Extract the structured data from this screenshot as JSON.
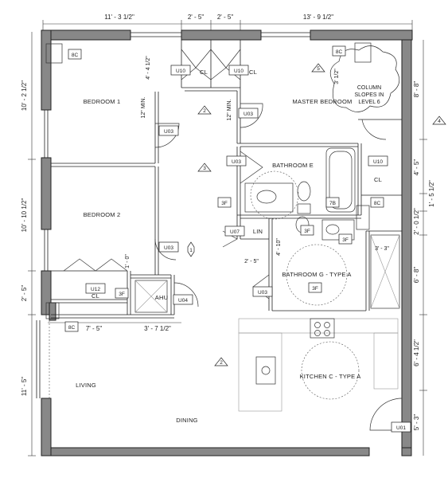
{
  "rooms": {
    "bedroom1": "BEDROOM 1",
    "bedroom2": "BEDROOM 2",
    "master": "MASTER BEDROOM",
    "bath_e": "BATHROOM E",
    "bath_g": "BATHROOM G - TYPE A",
    "kitchen": "KITCHEN C - TYPE A",
    "living": "LIVING",
    "dining": "DINING",
    "ahu": "AHU",
    "lin": "LIN",
    "cl_a": "CL",
    "cl_b": "CL",
    "cl_c": "CL",
    "cl_d": "CL"
  },
  "top_dims": {
    "d1": "11' - 3 1/2\"",
    "d2": "2' - 5\"",
    "d3": "2' - 5\"",
    "d4": "13' - 9 1/2\""
  },
  "left_dims": {
    "d1": "10' - 2 1/2\"",
    "d2": "10' - 10 1/2\"",
    "d3": "2' - 5\"",
    "d4": "11' - 5\""
  },
  "right_dims": {
    "d1": "8' - 8\"",
    "d2": "4' - 5\"",
    "d3": "1' - 5 1/2\"",
    "d4": "2' - 0 1/2\"",
    "d5": "6' - 8\"",
    "d6": "6' - 4 1/2\"",
    "d7": "5' - 3\""
  },
  "interior_dims": {
    "cl_depth": "4' - 4 1/2\"",
    "min_a": "12\" MIN.",
    "min_b": "12\" MIN.",
    "lin_w": "2' - 5\"",
    "bath_d": "4' - 10\"",
    "closet_w": "3' - 3\"",
    "slope": "3' 1/2\"",
    "cl_w": "1' - 0\"",
    "bed2_w": "7' - 5\"",
    "ahu_w": "3' - 7 1/2\""
  },
  "tags": {
    "u10a": "U10",
    "u10b": "U10",
    "u10c": "U10",
    "u03a": "U03",
    "u03b": "U03",
    "u03c": "U03",
    "u03d": "U03",
    "u03e": "U03",
    "u07": "U07",
    "u12": "U12",
    "u04": "U04",
    "u01": "U01",
    "c8a": "8C",
    "c8b": "8C",
    "c8c": "8C",
    "c8d": "8C",
    "f3a": "3F",
    "f3b": "3F",
    "f3c": "3F",
    "f3d": "3F",
    "f3e": "3F",
    "b7": "7B"
  },
  "markers": {
    "m2a": "2",
    "m2b": "2",
    "m3": "3",
    "m4": "4",
    "m5": "5",
    "m1": "1"
  },
  "column_note": [
    "COLUMN",
    "SLOPES IN",
    "LEVEL 6"
  ]
}
